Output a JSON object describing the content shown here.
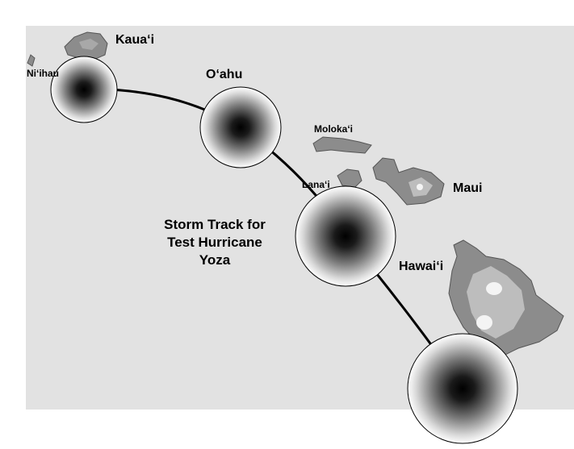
{
  "map": {
    "title_lines": [
      "Storm Track for",
      "Test Hurricane",
      "Yoza"
    ],
    "islands": [
      {
        "name": "Kaua‘i"
      },
      {
        "name": "Ni‘ihau"
      },
      {
        "name": "O‘ahu"
      },
      {
        "name": "Moloka‘i"
      },
      {
        "name": "Lana‘i"
      },
      {
        "name": "Maui"
      },
      {
        "name": "Hawai‘i"
      }
    ],
    "storm_positions": 4,
    "colors": {
      "ocean": "#e2e2e2",
      "land": "#8c8c8c",
      "highland": "#bdbdbd",
      "summit": "#f4f4f4",
      "track": "#000000",
      "storm_center": "#000000",
      "storm_edge": "#ffffff"
    }
  }
}
